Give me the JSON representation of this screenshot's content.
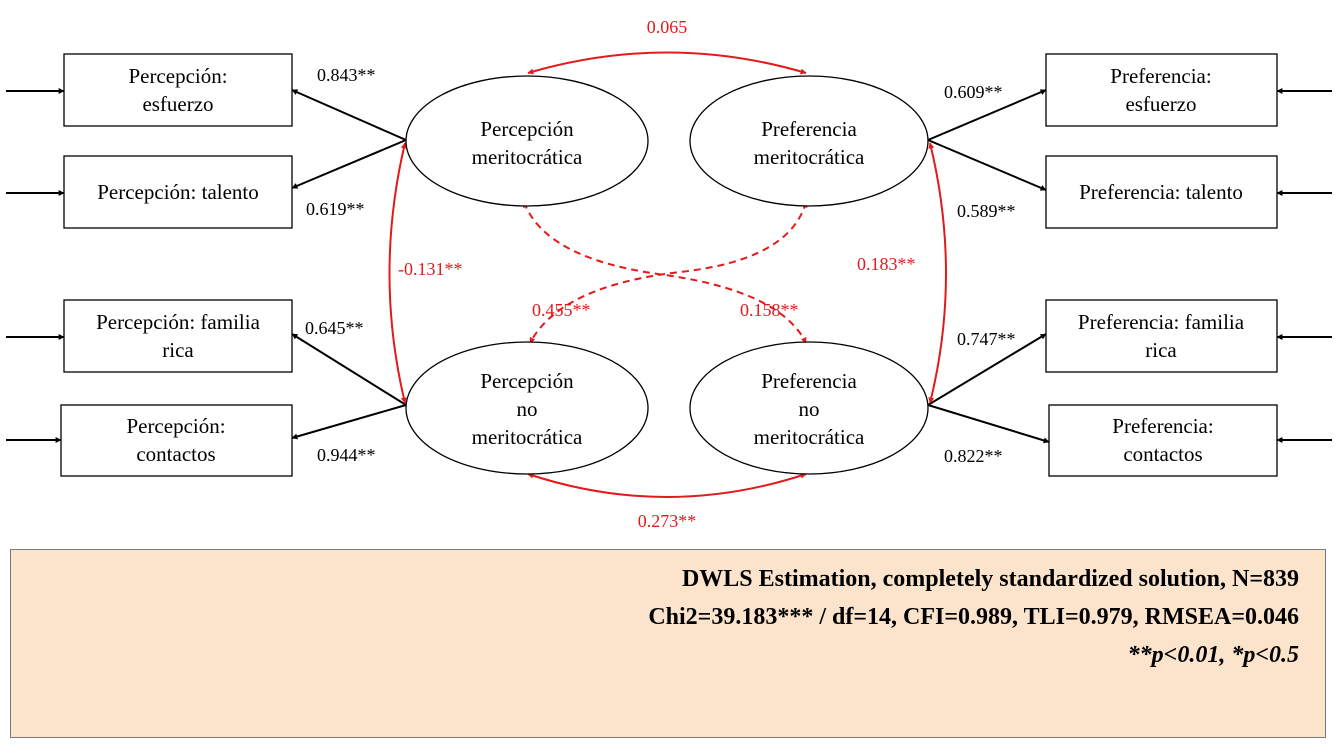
{
  "colors": {
    "correlation": "#e31a1c",
    "loading": "#000000",
    "fit_box_bg": "#fce4cc"
  },
  "latents": {
    "perc_merit": [
      "Percepción",
      "meritocrática"
    ],
    "pref_merit": [
      "Preferencia",
      "meritocrática"
    ],
    "perc_nomerit": [
      "Percepción",
      "no",
      "meritocrática"
    ],
    "pref_nomerit": [
      "Preferencia",
      "no",
      "meritocrática"
    ]
  },
  "indicators": {
    "perc_esfuerzo": [
      "Percepción:",
      "esfuerzo"
    ],
    "perc_talento": [
      "Percepción: talento"
    ],
    "perc_familia": [
      "Percepción: familia",
      "rica"
    ],
    "perc_contactos": [
      "Percepción:",
      "contactos"
    ],
    "pref_esfuerzo": [
      "Preferencia:",
      "esfuerzo"
    ],
    "pref_talento": [
      "Preferencia: talento"
    ],
    "pref_familia": [
      "Preferencia: familia",
      "rica"
    ],
    "pref_contactos": [
      "Preferencia:",
      "contactos"
    ]
  },
  "loadings": {
    "perc_esfuerzo": "0.843**",
    "perc_talento": "0.619**",
    "perc_familia": "0.645**",
    "perc_contactos": "0.944**",
    "pref_esfuerzo": "0.609**",
    "pref_talento": "0.589**",
    "pref_familia": "0.747**",
    "pref_contactos": "0.822**"
  },
  "correlations": {
    "perc_merit__pref_merit": "0.065",
    "perc_nomerit__pref_nomerit": "0.273**",
    "perc_merit__perc_nomerit": "-0.131**",
    "pref_merit__pref_nomerit": "0.183**",
    "pref_merit__perc_nomerit": "0.455**",
    "perc_merit__pref_nomerit": "0.158**"
  },
  "fit": {
    "line1": "DWLS Estimation, completely standardized solution, N=839",
    "line2": "Chi2=39.183*** / df=14, CFI=0.989, TLI=0.979, RMSEA=0.046",
    "line3": "**p<0.01, *p<0.5"
  }
}
